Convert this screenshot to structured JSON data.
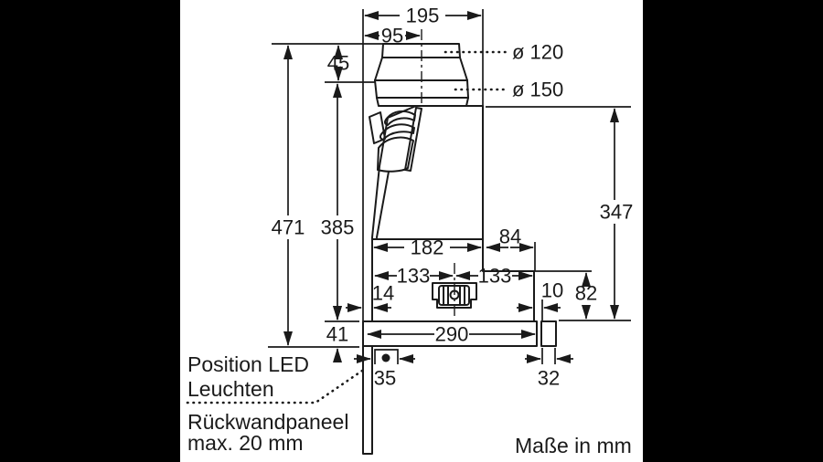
{
  "colors": {
    "background": "#000000",
    "paper": "#ffffff",
    "line": "#1a1a1a"
  },
  "dims": {
    "d195": "195",
    "d95": "95",
    "d45": "45",
    "dia120": "ø 120",
    "dia150": "ø 150",
    "d471": "471",
    "d385": "385",
    "d347": "347",
    "d182": "182",
    "d84": "84",
    "d133l": "133",
    "d133r": "133",
    "d14": "14",
    "d10": "10",
    "d82": "82",
    "d41": "41",
    "d290": "290",
    "d35": "35",
    "d32": "32"
  },
  "labels": {
    "led_line1": "Position LED",
    "led_line2": "Leuchten",
    "panel_line1": "Rückwandpaneel",
    "panel_line2": "max. 20 mm",
    "units_note": "Maße in mm"
  }
}
